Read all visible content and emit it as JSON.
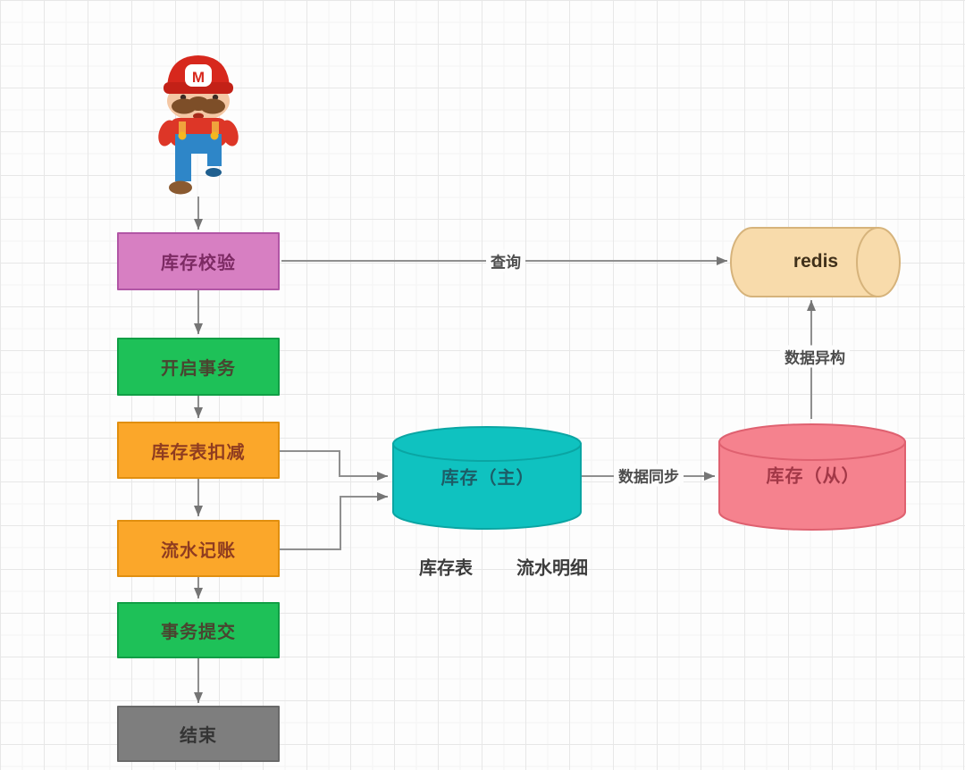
{
  "nodes": {
    "check": {
      "label": "库存校验"
    },
    "begin": {
      "label": "开启事务"
    },
    "deduct": {
      "label": "库存表扣减"
    },
    "ledger": {
      "label": "流水记账"
    },
    "commit": {
      "label": "事务提交"
    },
    "end": {
      "label": "结束"
    },
    "master": {
      "label": "库存（主）"
    },
    "slave": {
      "label": "库存（从）"
    },
    "redis": {
      "label": "redis"
    }
  },
  "edges": {
    "query": {
      "label": "查询"
    },
    "sync": {
      "label": "数据同步"
    },
    "hetero": {
      "label": "数据异构"
    }
  },
  "notes": {
    "inventory_table": "库存表",
    "flow_detail": "流水明细"
  },
  "mario": {
    "emblem": "M"
  },
  "colors": {
    "node_purple": "#d77fc2",
    "node_green": "#1ec158",
    "node_orange": "#fba72a",
    "node_gray": "#7e7e7e",
    "cylinder_teal": "#0fc2c0",
    "cylinder_pink": "#f5828e",
    "cylinder_tan": "#f8dbab",
    "arrow": "#8f8f8f",
    "grid_line": "#e7e7e7"
  }
}
